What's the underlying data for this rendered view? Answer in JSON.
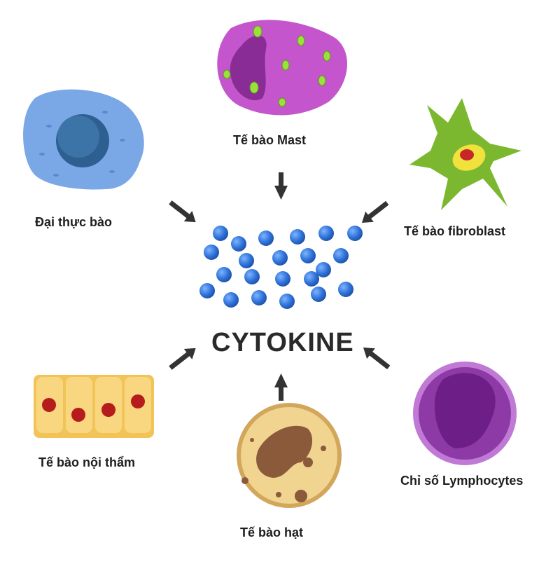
{
  "diagram": {
    "center_label": "CYTOKINE",
    "cells": [
      {
        "id": "mast",
        "label": "Tế bào Mast"
      },
      {
        "id": "fibroblast",
        "label": "Tế bào fibroblast"
      },
      {
        "id": "lymphocytes",
        "label": "Chỉ số Lymphocytes"
      },
      {
        "id": "granulocyte",
        "label": "Tế bào hạt"
      },
      {
        "id": "endothelial",
        "label": "Tế bào nội thẩm"
      },
      {
        "id": "macrophage",
        "label": "Đại thực bào"
      }
    ],
    "colors": {
      "molecule": "#2f73d9",
      "arrow": "#333333",
      "mast": "#c455cc",
      "fibroblast": "#7cb82f",
      "lymphocytes": "#8e3aa6",
      "granulocyte": "#f0d48f",
      "endothelial": "#f8d780",
      "macrophage": "#7aa7e6"
    }
  }
}
